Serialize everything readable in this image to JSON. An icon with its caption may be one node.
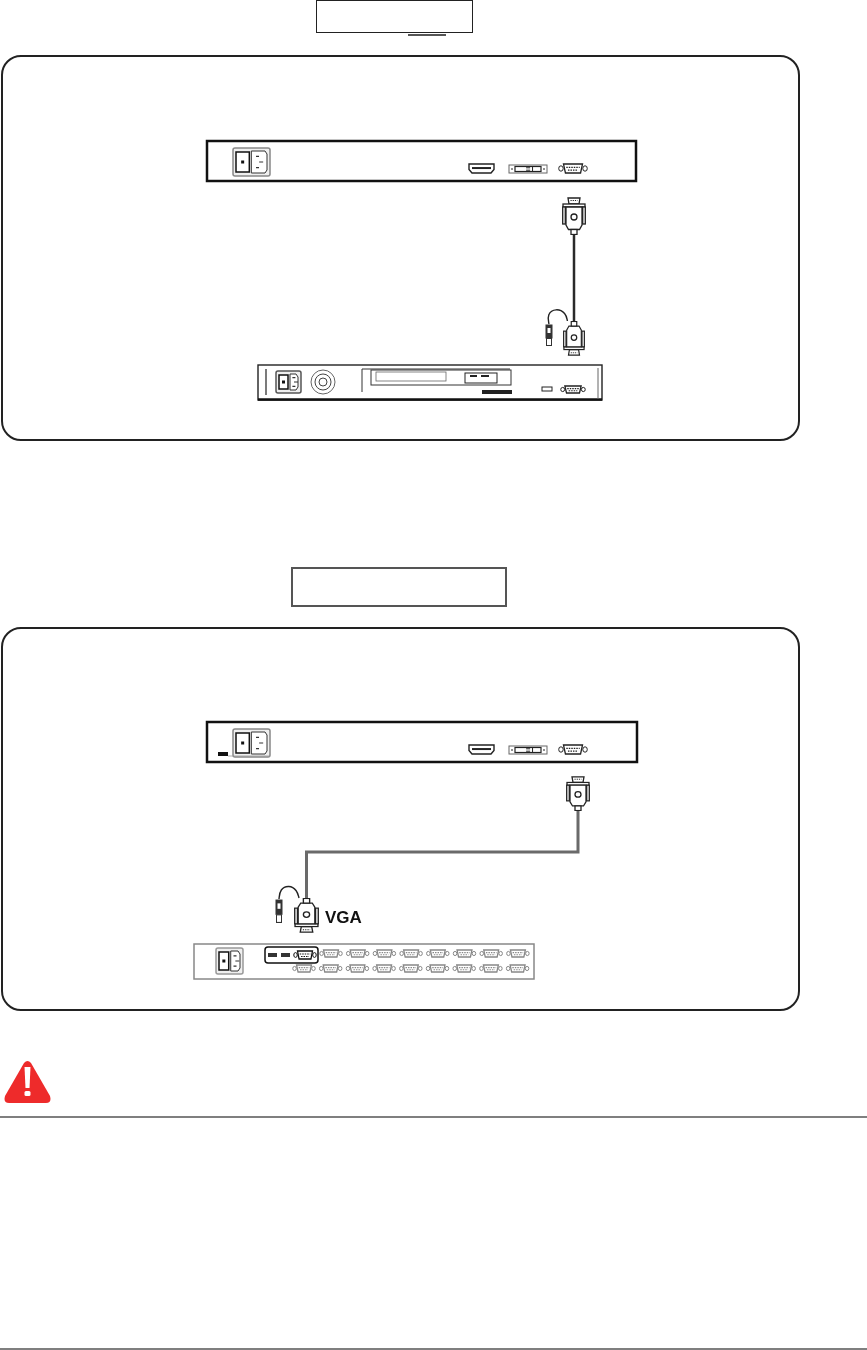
{
  "diagram": {
    "nodes": [
      {
        "text": [],
        "shape": "box"
      },
      {
        "text": [],
        "shape": "box"
      },
      {
        "text": [],
        "shape": "picture",
        "in": 1
      },
      {
        "text": [],
        "shape": "picture",
        "in": 1
      },
      {
        "text": [],
        "shape": "picture",
        "in": 1
      },
      {
        "text": [],
        "shape": "box"
      },
      {
        "text": [],
        "shape": "box"
      },
      {
        "text": [],
        "shape": "picture",
        "in": 6
      },
      {
        "text": [],
        "shape": "picture",
        "in": 6,
        "beside": [
          "VGA"
        ]
      },
      {
        "text": [],
        "shape": "picture",
        "in": 6
      }
    ],
    "edges": [
      {
        "from": 2,
        "to": 3,
        "arrow": "none"
      },
      {
        "from": 4,
        "to": 3,
        "arrow": "none"
      },
      {
        "from": 7,
        "to": 8,
        "arrow": "none"
      },
      {
        "from": 9,
        "to": 8,
        "arrow": "none"
      }
    ]
  }
}
